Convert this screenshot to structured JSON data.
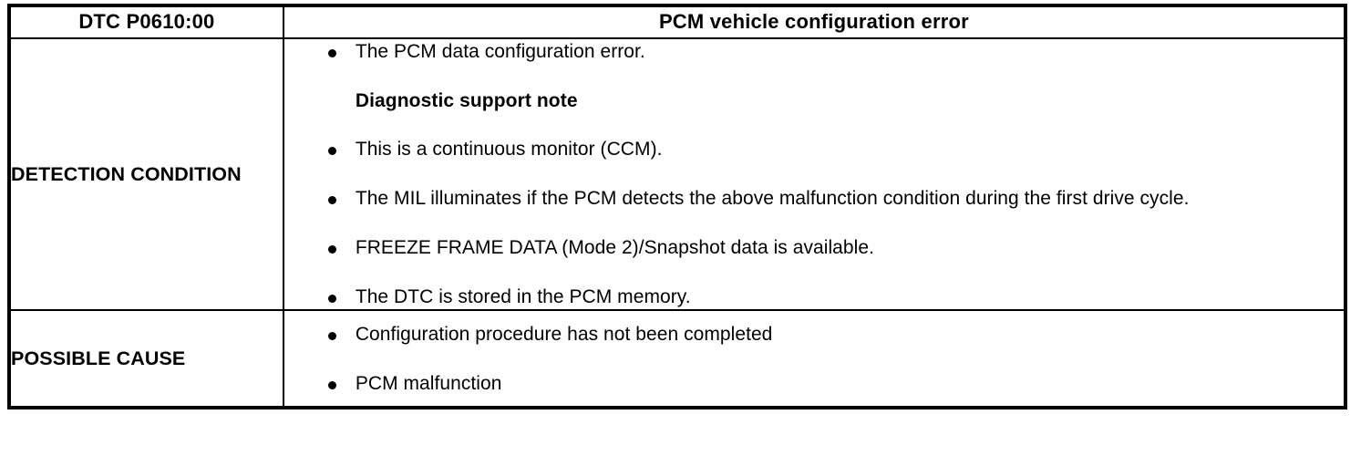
{
  "table": {
    "header": {
      "code": "DTC P0610:00",
      "title": "PCM vehicle configuration error"
    },
    "rows": [
      {
        "label": "DETECTION CONDITION",
        "items": [
          {
            "type": "bullet",
            "text": "The PCM data configuration error."
          },
          {
            "type": "note",
            "text": "Diagnostic support note"
          },
          {
            "type": "bullet",
            "text": "This is a continuous monitor (CCM)."
          },
          {
            "type": "bullet",
            "text": "The MIL illuminates if the PCM detects the above malfunction condition during the first drive cycle."
          },
          {
            "type": "bullet",
            "text": "FREEZE FRAME DATA (Mode 2)/Snapshot data is available."
          },
          {
            "type": "bullet",
            "text": "The DTC is stored in the PCM memory."
          }
        ]
      },
      {
        "label": "POSSIBLE CAUSE",
        "items": [
          {
            "type": "bullet",
            "text": "Configuration procedure has not been completed"
          },
          {
            "type": "bullet",
            "text": "PCM malfunction"
          }
        ]
      }
    ]
  },
  "colors": {
    "border": "#000000",
    "text": "#000000",
    "background": "#ffffff"
  }
}
